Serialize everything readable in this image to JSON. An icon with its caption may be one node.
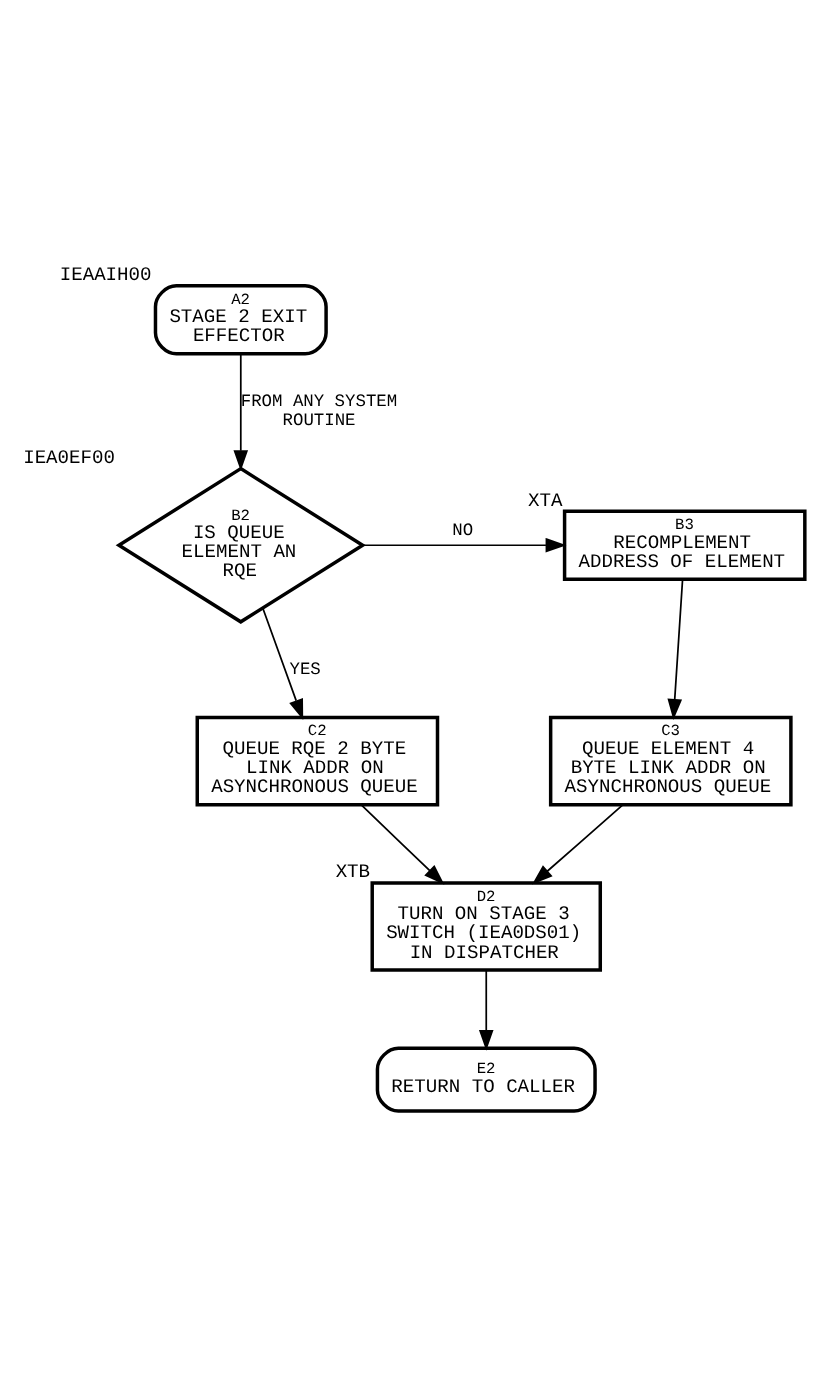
{
  "diagram": {
    "nodes": [
      {
        "text": [
          "A2",
          "STAGE 2 EXIT EFFECTOR"
        ],
        "beside": [
          "IEAAIH00"
        ]
      },
      {
        "text": [
          "B2",
          "IS QUEUE ELEMENT AN RQE"
        ],
        "beside": [
          "IEA0EF00"
        ]
      },
      {
        "text": [
          "B3",
          "RECOMPLEMENT ADDRESS OF ELEMENT"
        ],
        "beside": [
          "XTA"
        ]
      },
      {
        "text": [
          "C2",
          "QUEUE RQE 2 BYTE LINK ADDR ON ASYNCHRONOUS QUEUE"
        ]
      },
      {
        "text": [
          "C3",
          "QUEUE ELEMENT 4 BYTE LINK ADDR ON ASYNCHRONOUS QUEUE"
        ]
      },
      {
        "text": [
          "D2",
          "TURN ON STAGE 3 SWITCH (IEA0DS01) IN DISPATCHER"
        ],
        "beside": [
          "XTB"
        ]
      },
      {
        "text": [
          "E2",
          "RETURN TO CALLER"
        ]
      }
    ],
    "edges": [
      {
        "from": 0,
        "to": 1,
        "arrow": "to",
        "label": "FROM ANY SYSTEM ROUTINE"
      },
      {
        "from": 1,
        "to": 2,
        "arrow": "to",
        "label": "NO"
      },
      {
        "from": 1,
        "to": 3,
        "arrow": "to",
        "label": "YES"
      },
      {
        "from": 2,
        "to": 4,
        "arrow": "to"
      },
      {
        "from": 3,
        "to": 5,
        "arrow": "to"
      },
      {
        "from": 4,
        "to": 5,
        "arrow": "to"
      },
      {
        "from": 5,
        "to": 6,
        "arrow": "to"
      }
    ]
  }
}
